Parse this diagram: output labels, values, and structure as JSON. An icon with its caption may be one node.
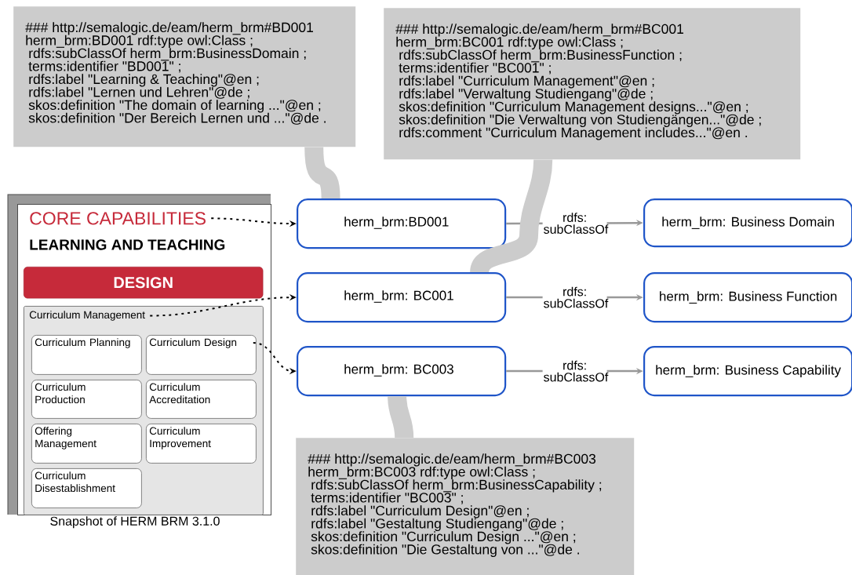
{
  "diagram": {
    "nodes": [
      {
        "text": [
          "### http://semalogic.de/eam/herm_brm#BD001",
          "herm_brm:BD001 rdf:type owl:Class ;",
          "rdfs:subClassOf herm_brm:BusinessDomain ;",
          "terms:identifier \"BD001\" ;",
          "rdfs:label \"Learning & Teaching\"@en ;",
          "rdfs:label \"Lernen und Lehren\"@de ;",
          "skos:definition \"The domain of learning ...\"@en ;",
          "skos:definition \"Der Bereich Lernen und ...\"@de ."
        ]
      },
      {
        "text": [
          "### http://semalogic.de/eam/herm_brm#BC001",
          "herm_brm:BC001 rdf:type owl:Class ;",
          "rdfs:subClassOf herm_brm:BusinessFunction ;",
          "terms:identifier \"BC001\" ;",
          "rdfs:label \"Curriculum Management\"@en ;",
          "rdfs:label \"Verwaltung Studiengang\"@de ;",
          "skos:definition \"Curriculum Management designs...\"@en ;",
          "skos:definition \"Die Verwaltung von Studiengängen...\"@de ;",
          "rdfs:comment \"Curriculum Management includes...\"@en ."
        ]
      },
      {
        "text": [
          "### http://semalogic.de/eam/herm_brm#BC003",
          "herm_brm:BC003 rdf:type owl:Class ;",
          "rdfs:subClassOf herm_brm:BusinessCapability ;",
          "terms:identifier \"BC003\" ;",
          "rdfs:label \"Curriculum Design\"@en ;",
          "rdfs:label \"Gestaltung Studiengang\"@de ;",
          "skos:definition \"Curriculum Design ...\"@en ;",
          "skos:definition \"Die Gestaltung von ...\"@de ."
        ]
      },
      {
        "text": [
          "LEARNING AND TEACHING"
        ],
        "beside": [
          "Snapshot of HERM BRM 3.1.0"
        ]
      },
      {
        "text": [
          "CORE CAPABILITIES"
        ],
        "in": 3
      },
      {
        "text": [
          "DESIGN"
        ],
        "in": 3
      },
      {
        "text": [
          "Curriculum Management"
        ],
        "in": 3
      },
      {
        "text": [
          "Curriculum Planning"
        ],
        "in": 6
      },
      {
        "text": [
          "Curriculum Design"
        ],
        "in": 6
      },
      {
        "text": [
          "Curriculum Production"
        ],
        "in": 6
      },
      {
        "text": [
          "Curriculum Accreditation"
        ],
        "in": 6
      },
      {
        "text": [
          "Offering Management"
        ],
        "in": 6
      },
      {
        "text": [
          "Curriculum Improvement"
        ],
        "in": 6
      },
      {
        "text": [
          "Curriculum Disestablishment"
        ],
        "in": 6
      },
      {
        "text": [
          "herm_brm:BD001"
        ]
      },
      {
        "text": [
          "herm_brm: BC001"
        ]
      },
      {
        "text": [
          "herm_brm: BC003"
        ]
      },
      {
        "text": [
          "herm_brm: Business Domain"
        ]
      },
      {
        "text": [
          "herm_brm: Business Function"
        ]
      },
      {
        "text": [
          "herm_brm: Business Capability"
        ]
      }
    ],
    "edges": [
      {
        "from": 4,
        "to": 14,
        "arrow": "to",
        "style": "dashed"
      },
      {
        "from": 6,
        "to": 15,
        "arrow": "to",
        "style": "dashed"
      },
      {
        "from": 8,
        "to": 16,
        "arrow": "to",
        "style": "dashed"
      },
      {
        "from": 14,
        "to": 17,
        "arrow": "to",
        "label": "rdfs: subClassOf",
        "color": "#999999"
      },
      {
        "from": 15,
        "to": 18,
        "arrow": "to",
        "label": "rdfs: subClassOf",
        "color": "#999999"
      },
      {
        "from": 16,
        "to": 19,
        "arrow": "to",
        "label": "rdfs: subClassOf",
        "color": "#999999"
      },
      {
        "from": 0,
        "to": 14,
        "arrow": "none",
        "style": "thick",
        "color": "#cccccc"
      },
      {
        "from": 1,
        "to": 15,
        "arrow": "none",
        "style": "thick",
        "color": "#cccccc"
      },
      {
        "from": 16,
        "to": 2,
        "arrow": "none",
        "style": "thick",
        "color": "#cccccc"
      }
    ]
  }
}
